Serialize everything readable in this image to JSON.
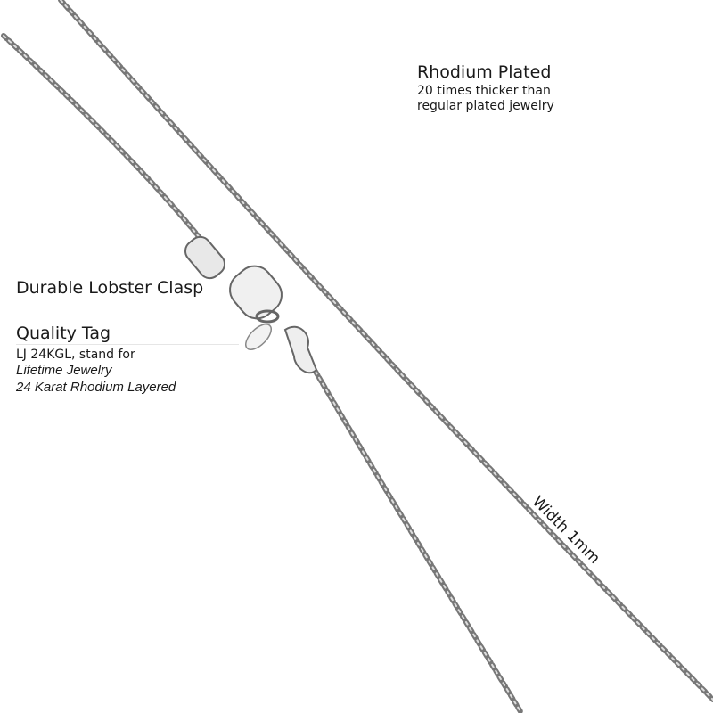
{
  "rhodium": {
    "title": "Rhodium Plated",
    "line1": "20 times thicker than",
    "line2": "regular plated jewelry"
  },
  "clasp": {
    "title": "Durable Lobster Clasp"
  },
  "tag": {
    "title": "Quality Tag",
    "line1": "LJ 24KGL, stand for",
    "line2": "Lifetime Jewelry",
    "line3": "24 Karat Rhodium Layered"
  },
  "width_label": "Width 1mm",
  "colors": {
    "chain": "#9a9a9a",
    "chain_dark": "#555555",
    "text": "#1a1a1a"
  }
}
